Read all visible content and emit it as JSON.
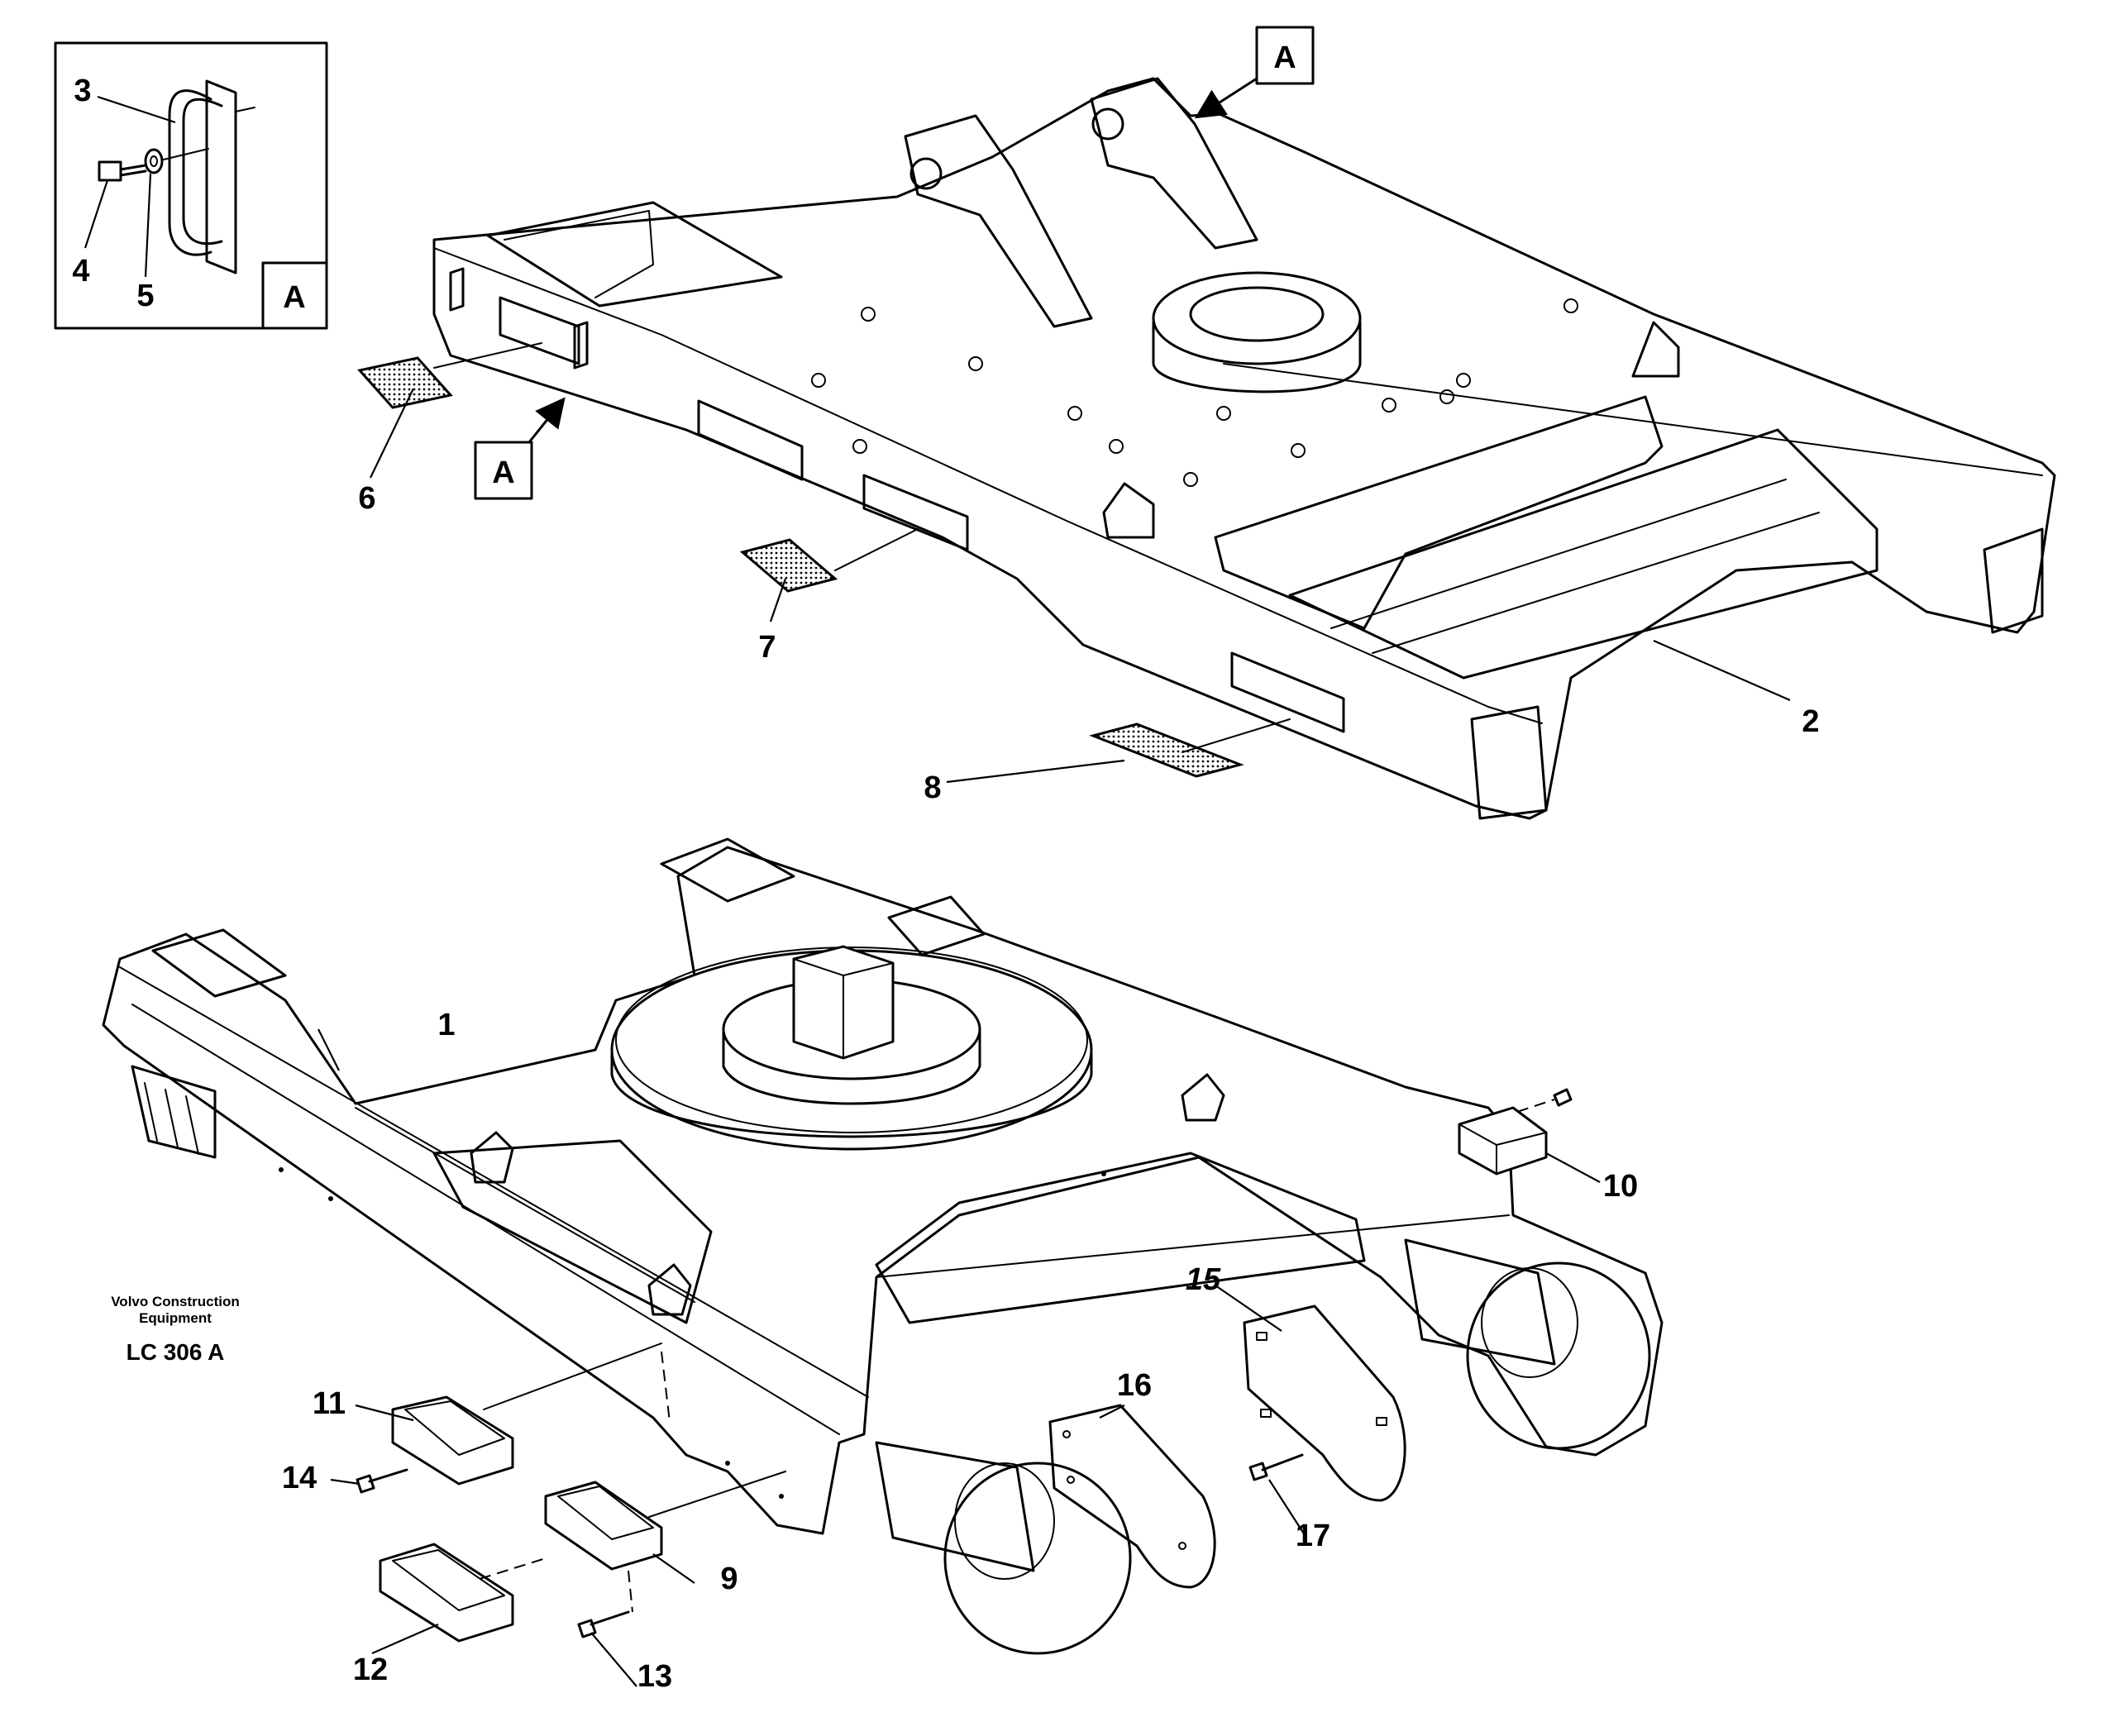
{
  "callouts": {
    "c1": "1",
    "c2": "2",
    "c3": "3",
    "c4": "4",
    "c5": "5",
    "c6": "6",
    "c7": "7",
    "c8": "8",
    "c9": "9",
    "c10": "10",
    "c11": "11",
    "c12": "12",
    "c13": "13",
    "c14": "14",
    "c15": "15",
    "c16": "16",
    "c17": "17"
  },
  "view_markers": {
    "detail_box": "A",
    "arrow_top": "A",
    "arrow_side": "A"
  },
  "footer": {
    "maker_line1": "Volvo Construction",
    "maker_line2": "Equipment",
    "drawing_code": "LC 306  A"
  }
}
